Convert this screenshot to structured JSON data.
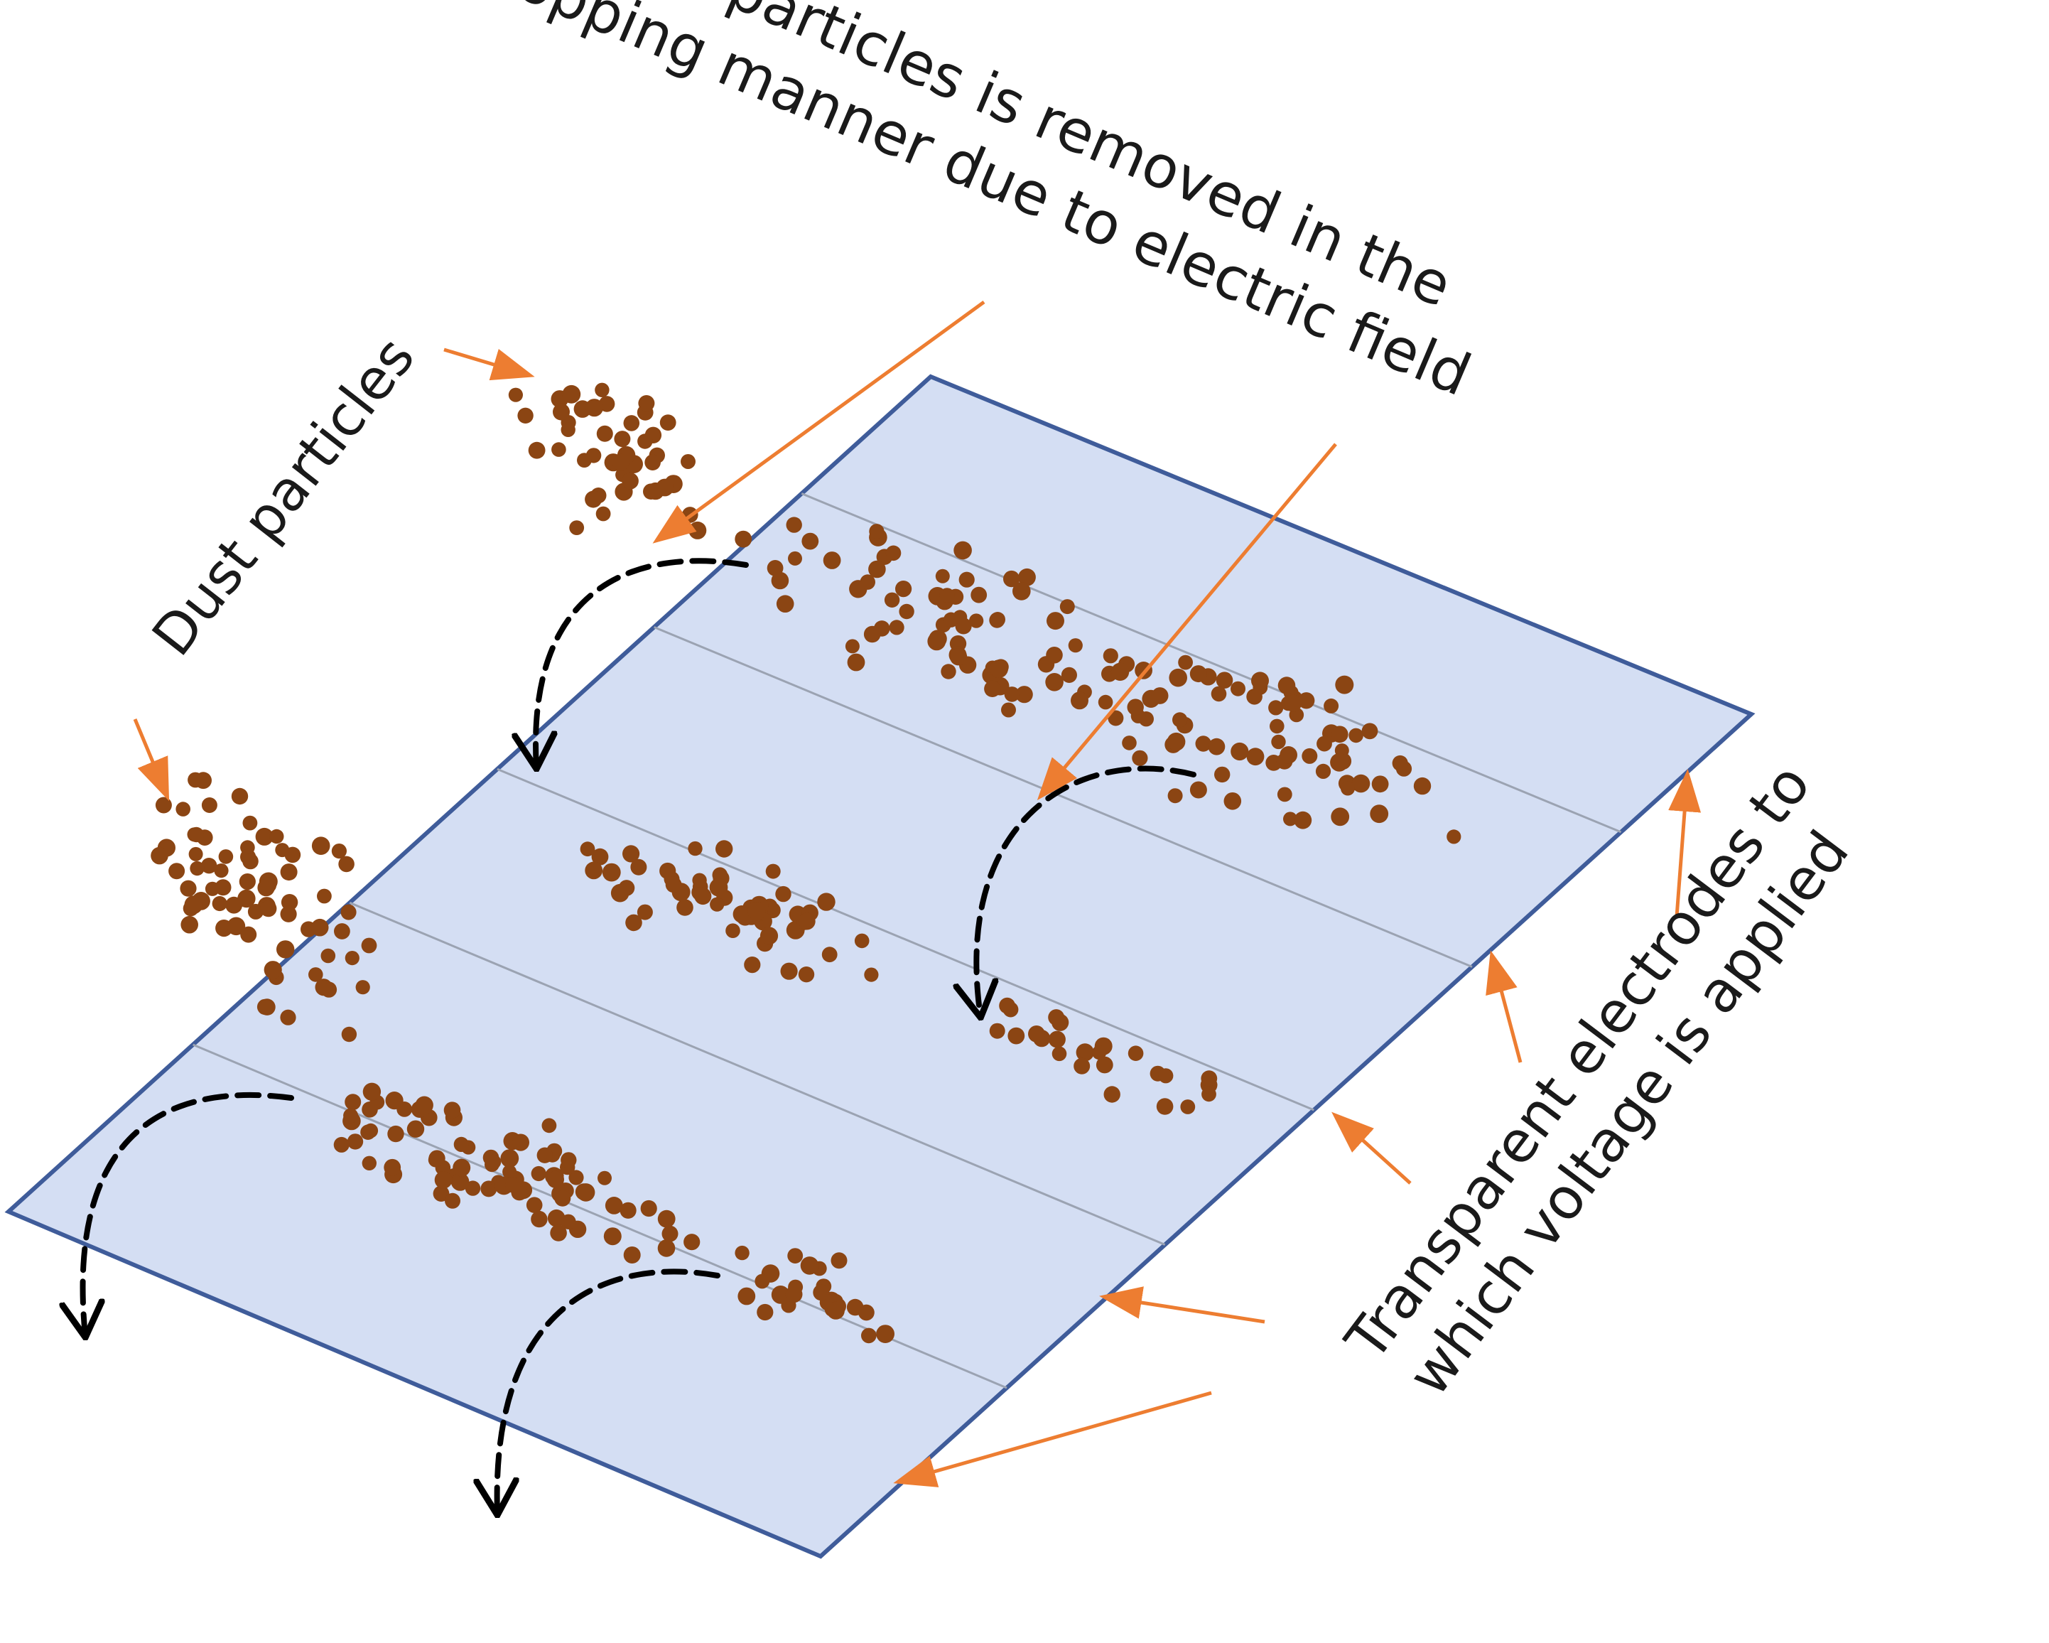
{
  "labels": {
    "dust_particles_top": "Dust particles",
    "dust_removed_line1": "Dust particles is removed in the",
    "dust_removed_line2": "hopping manner due to electric field",
    "electrodes_line1": "Transparent electrodes to",
    "electrodes_line2": "which voltage is applied"
  },
  "colors": {
    "panel_fill": "#d4def3",
    "panel_border": "#3f5c9a",
    "electrode_line": "#9ba3b2",
    "particle": "#8b4513",
    "arrow": "#ed7d31",
    "hop_arrow": "#000000"
  }
}
